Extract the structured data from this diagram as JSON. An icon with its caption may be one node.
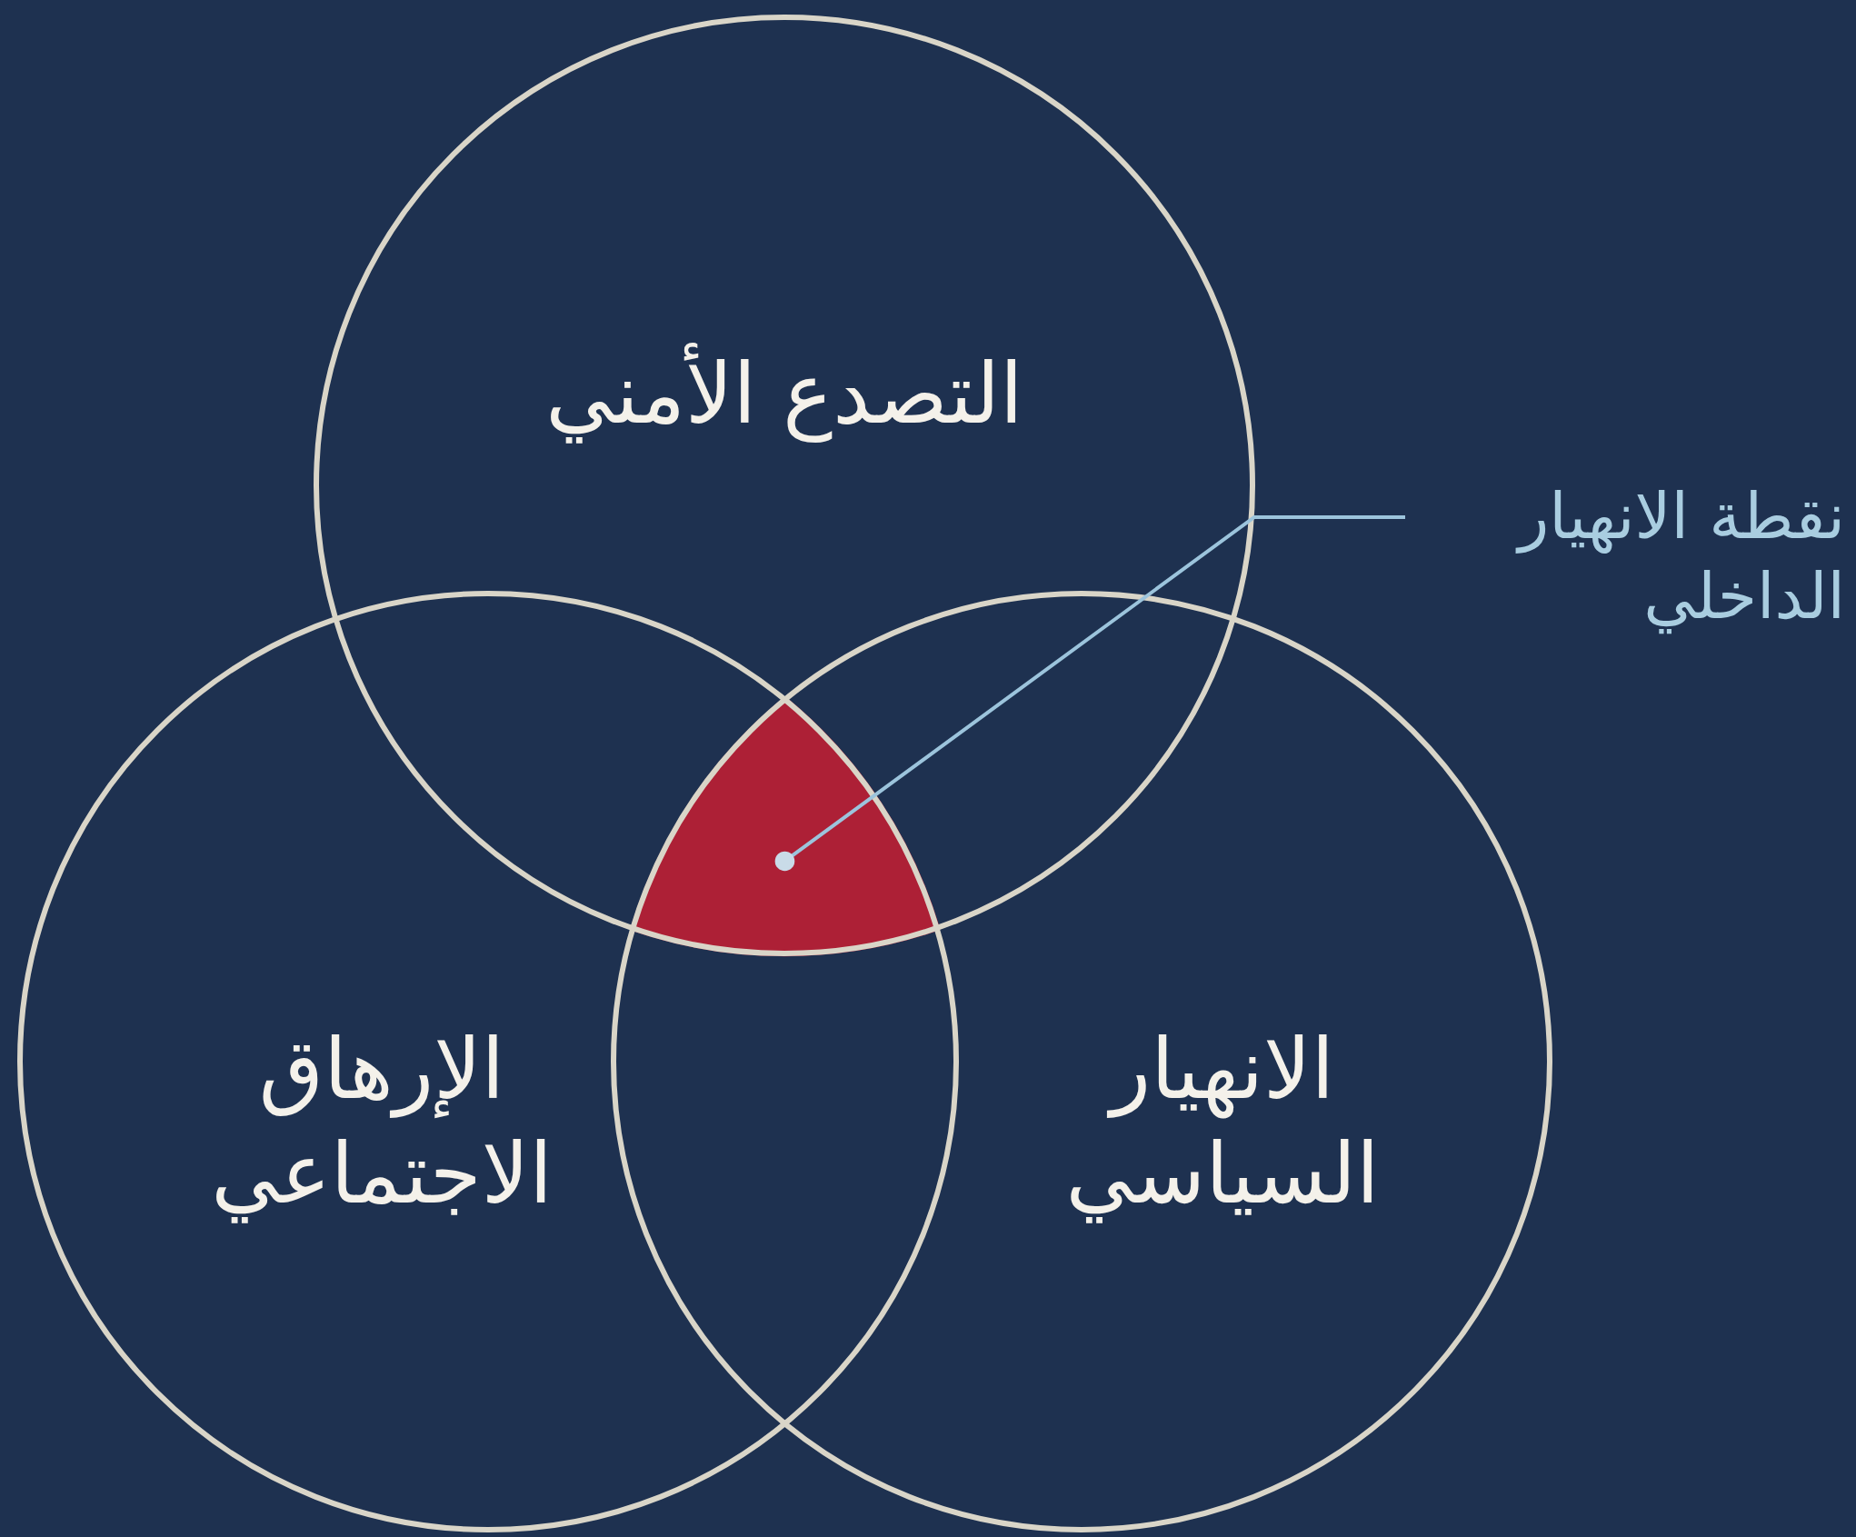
{
  "diagram": {
    "nodes": [
      {
        "text": [
          "التصدع الأمني"
        ]
      },
      {
        "text": [
          "الإرهاق الاجتماعي"
        ]
      },
      {
        "text": [
          "الانهيار السياسي"
        ]
      },
      {
        "text": [
          "نقطة الانهيار الداخلي"
        ]
      },
      {
        "text": [],
        "shape": "triangle"
      }
    ],
    "edges": [
      {
        "from": 3,
        "to": 4,
        "arrow": "other"
      }
    ]
  }
}
